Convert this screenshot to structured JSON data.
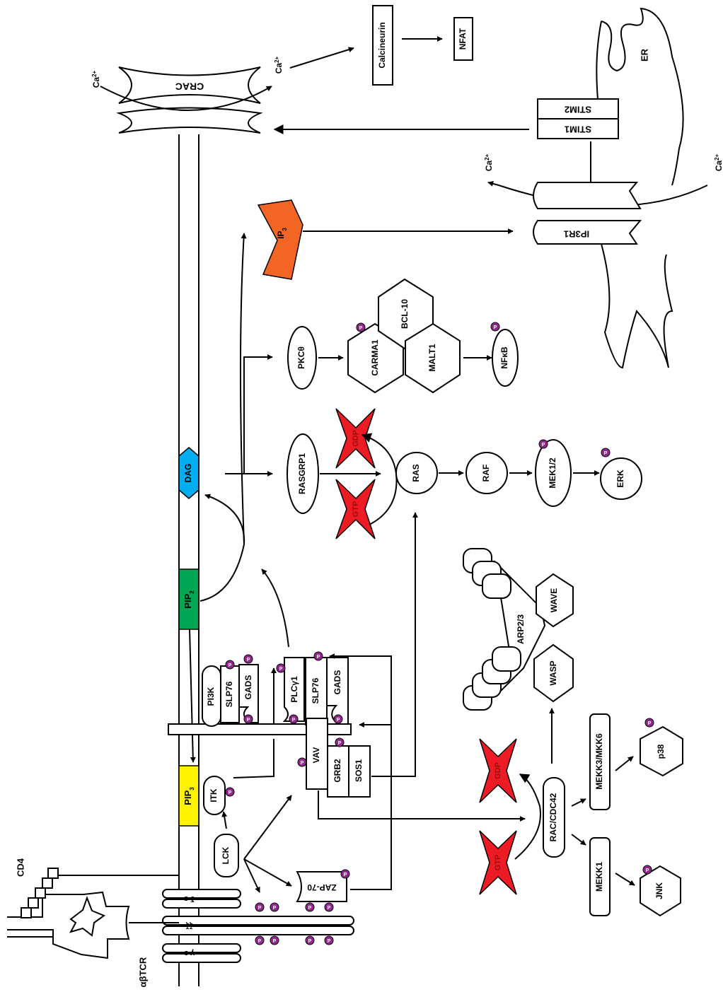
{
  "labels": {
    "ca_1": "Ca",
    "ca_2": "Ca",
    "ca_3": "Ca",
    "ca_4": "Ca",
    "ca_sup": "2+",
    "crac": "CRAC",
    "calcineurin": "Calcineurin",
    "nfat": "NFAT",
    "er": "ER",
    "stim1": "STIM1",
    "stim2": "STIM2",
    "ip3r1": "IP3R1",
    "ip3": "IP",
    "ip3_sub": "3",
    "pip2": "PIP",
    "pip2_sub": "2",
    "pip3": "PIP",
    "pip3_sub": "3",
    "dag": "DAG",
    "pkc": "PKCθ",
    "carma1": "CARMA1",
    "bcl10": "BCL-10",
    "malt1": "MALT1",
    "nfkb": "NFκB",
    "rasgrp1": "RASGRP1",
    "ras": "RAS",
    "raf": "RAF",
    "mek": "MEK1/2",
    "erk": "ERK",
    "gtp_1": "GTP",
    "gdp_1": "GDP",
    "gtp_2": "GTP",
    "gdp_2": "GDP",
    "arp": "ARP2/3",
    "wave": "WAVE",
    "wasp": "WASP",
    "pi3k": "PI3K",
    "slp76_1": "SLP76",
    "gads_1": "GADS",
    "plcg1": "PLCγ1",
    "slp76_2": "SLP76",
    "gads_2": "GADS",
    "vav": "VAV",
    "grb2": "GRB2",
    "sos1": "SOS1",
    "itk": "ITK",
    "lck": "LCK",
    "zap70": "ZAP-70",
    "rac": "RAC/CDC42",
    "mekk36": "MEKK3/MKK6",
    "p38": "p38",
    "mekk1": "MEKK1",
    "jnk": "JNK",
    "cd4": "CD4",
    "abtcr": "αβTCR",
    "delta_eps": "δ ε",
    "zeta": "ζζ",
    "gamma_eps": "γ ε",
    "p": "P"
  },
  "colors": {
    "ip3": "#f26522",
    "pip2": "#00a651",
    "pip3": "#fff200",
    "dag": "#00aeef",
    "gtp_gdp": "#ed1c24",
    "gtp_gdp_text": "#9e0b0f",
    "phospho": "#92278f"
  }
}
